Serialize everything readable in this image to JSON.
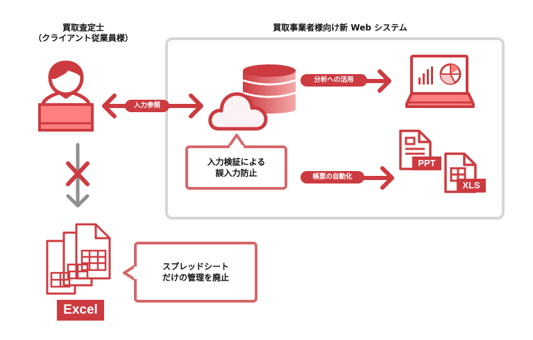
{
  "colors": {
    "accent": "#cc3b40",
    "accent_light": "#ff7f7f",
    "accent_pale": "#f9c7c8",
    "callout_border": "#d6676a",
    "frame_gray": "#d6d6d6",
    "arrow_gray": "#8f8f8f"
  },
  "actor": {
    "title_line1": "買取査定士",
    "title_line2": "（クライアント従業員様）",
    "icon": "person-at-computer-icon"
  },
  "system": {
    "title": "買取事業者様向け新 Web システム",
    "icons": [
      "database-icon",
      "cloud-icon",
      "laptop-chart-icon",
      "ppt-file-icon",
      "xls-file-icon"
    ]
  },
  "flows": {
    "input_reference": "入力参照",
    "analytics": "分析への活用",
    "report_automation": "帳票の自動化"
  },
  "callouts": {
    "validation": "入力検証による\n誤入力防止",
    "spreadsheet": "スプレッドシート\nだけの管理を廃止"
  },
  "badges": {
    "excel": "Excel",
    "ppt": "PPT",
    "xls": "XLS"
  },
  "legacy": {
    "icon": "spreadsheet-stack-icon",
    "blocked_icon": "cross-icon"
  }
}
